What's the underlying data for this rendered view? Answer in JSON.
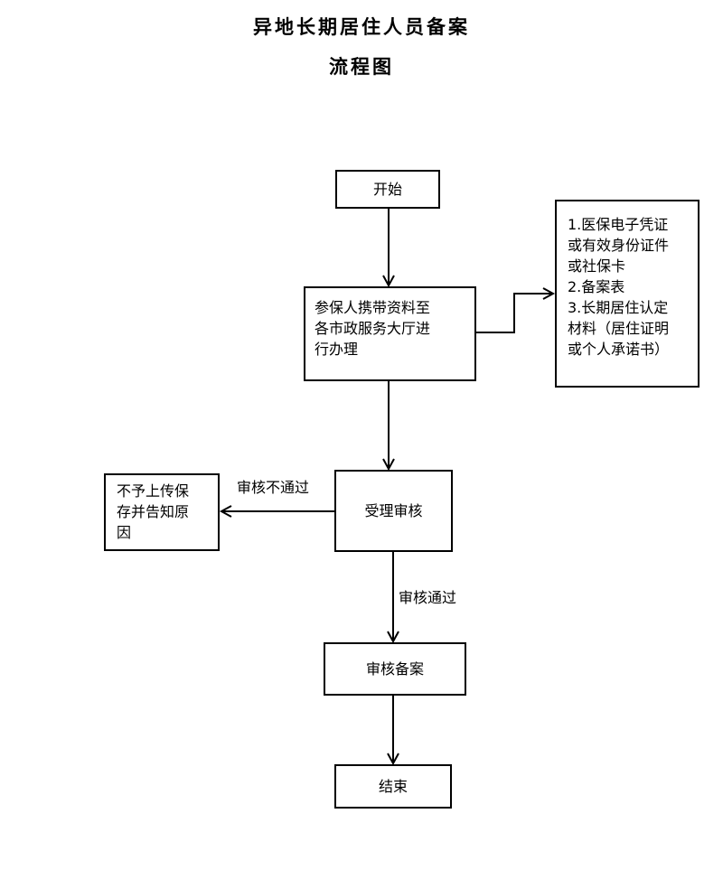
{
  "title": "异地长期居住人员备案",
  "subtitle": "流程图",
  "nodes": {
    "start": "开始",
    "submit": "参保人携带资料至\n各市政服务大厅进\n行办理",
    "materials": "1.医保电子凭证\n或有效身份证件\n或社保卡\n2.备案表\n3.长期居住认定\n材料（居住证明\n或个人承诺书）",
    "review": "受理审核",
    "reject": "不予上传保\n存并告知原\n因",
    "record": "审核备案",
    "end": "结束"
  },
  "edges": {
    "fail_label": "审核不通过",
    "pass_label": "审核通过"
  }
}
